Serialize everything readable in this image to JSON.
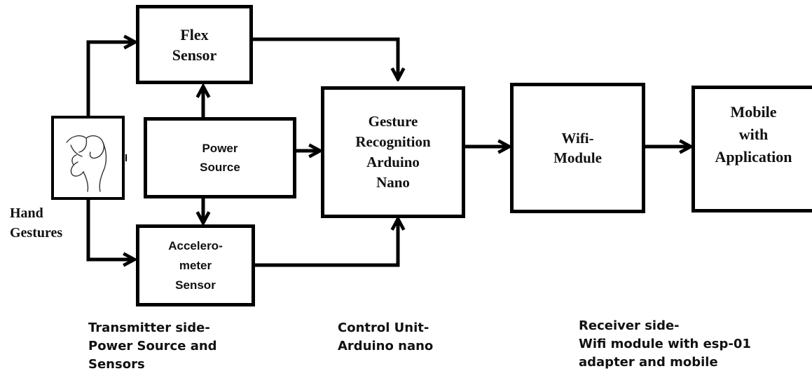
{
  "blocks": {
    "flex_sensor": "Flex\nSensor",
    "power_source": "Power\nSource",
    "accelerometer": "Accelero-\nmeter\nSensor",
    "gesture_recognition": "Gesture\nRecognition\nArduino\nNano",
    "wifi_module": "Wifi-\nModule",
    "mobile": "Mobile\nwith\nApplication"
  },
  "hand_label": "Hand\nGestures",
  "captions": {
    "transmitter": "Transmitter side-\nPower Source and\nSensors",
    "control": "Control Unit-\nArduino nano",
    "receiver": "Receiver side-\nWifi module with esp-01\nadapter and mobile"
  }
}
